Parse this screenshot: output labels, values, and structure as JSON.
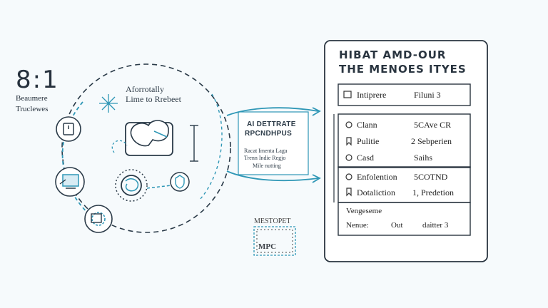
{
  "left": {
    "ratio": "8:1",
    "subtitle_line1": "Beaumere",
    "subtitle_line2": "Truclewes"
  },
  "circle": {
    "text_line1": "Aforrotally",
    "text_line2": "Lime to Rrebeet"
  },
  "middle_box": {
    "title_line1": "AI DETTRATE",
    "title_line2": "RPCNDHPUS",
    "sub_line1": "Racat Imenta Laga",
    "sub_line2": "Trenn Indie Regjo",
    "sub_line3": "Mile nutting"
  },
  "stamp": {
    "top": "MESTOPET",
    "label": "MPC"
  },
  "card": {
    "title_line1": "HIBAT AMD-OUR",
    "title_line2": "THE MENOES ITYES",
    "top_row": {
      "label": "Intiprere",
      "value": "Filuni 3"
    },
    "group1": [
      {
        "icon": "circle-icon",
        "label": "Clann",
        "value": "5CAve CR"
      },
      {
        "icon": "bookmark-icon",
        "label": "Pulitie",
        "value": "2 Sebperien"
      },
      {
        "icon": "circle-icon",
        "label": "Casd",
        "value": "Saihs"
      }
    ],
    "group2": [
      {
        "icon": "circle-icon",
        "label": "Enfolention",
        "value": "5COTND"
      },
      {
        "icon": "bookmark-icon",
        "label": "Dotaliction",
        "value": "1, Predetion"
      }
    ],
    "footer_title": "Vengeseme",
    "footer_label": "Nenue:",
    "footer_mid": "Out",
    "footer_value": "daitter 3"
  }
}
